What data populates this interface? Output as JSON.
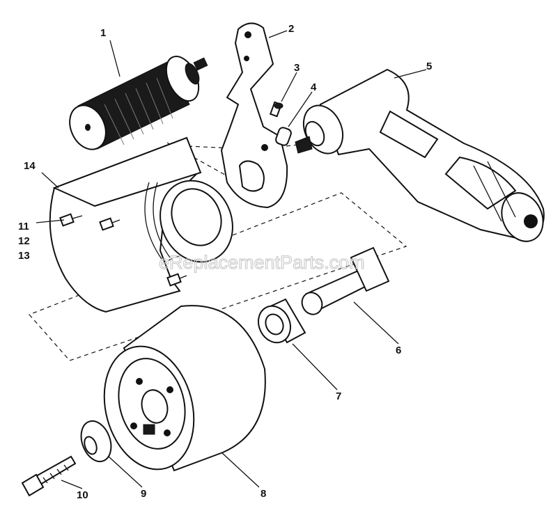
{
  "diagram": {
    "callouts": {
      "c1": "1",
      "c2": "2",
      "c3": "3",
      "c4": "4",
      "c5": "5",
      "c6": "6",
      "c7": "7",
      "c8": "8",
      "c9": "9",
      "c10": "10",
      "c11": "11",
      "c12": "12",
      "c13": "13",
      "c14": "14"
    },
    "watermark": "eReplacementParts.com"
  }
}
